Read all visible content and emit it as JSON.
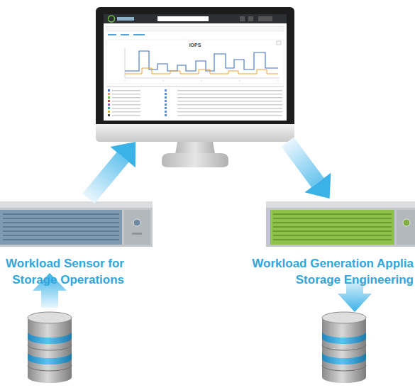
{
  "diagram": {
    "nodes": [
      {
        "text": [
          "IOPS"
        ]
      },
      {
        "text": [
          "Workload Sensor for Storage Operations"
        ]
      },
      {
        "text": [
          "Workload Generation Applia Storage Engineering"
        ]
      }
    ],
    "edges": [
      {
        "from": 1,
        "to": 0,
        "arrow": "to"
      },
      {
        "from": 0,
        "to": 2,
        "arrow": "to"
      }
    ]
  }
}
